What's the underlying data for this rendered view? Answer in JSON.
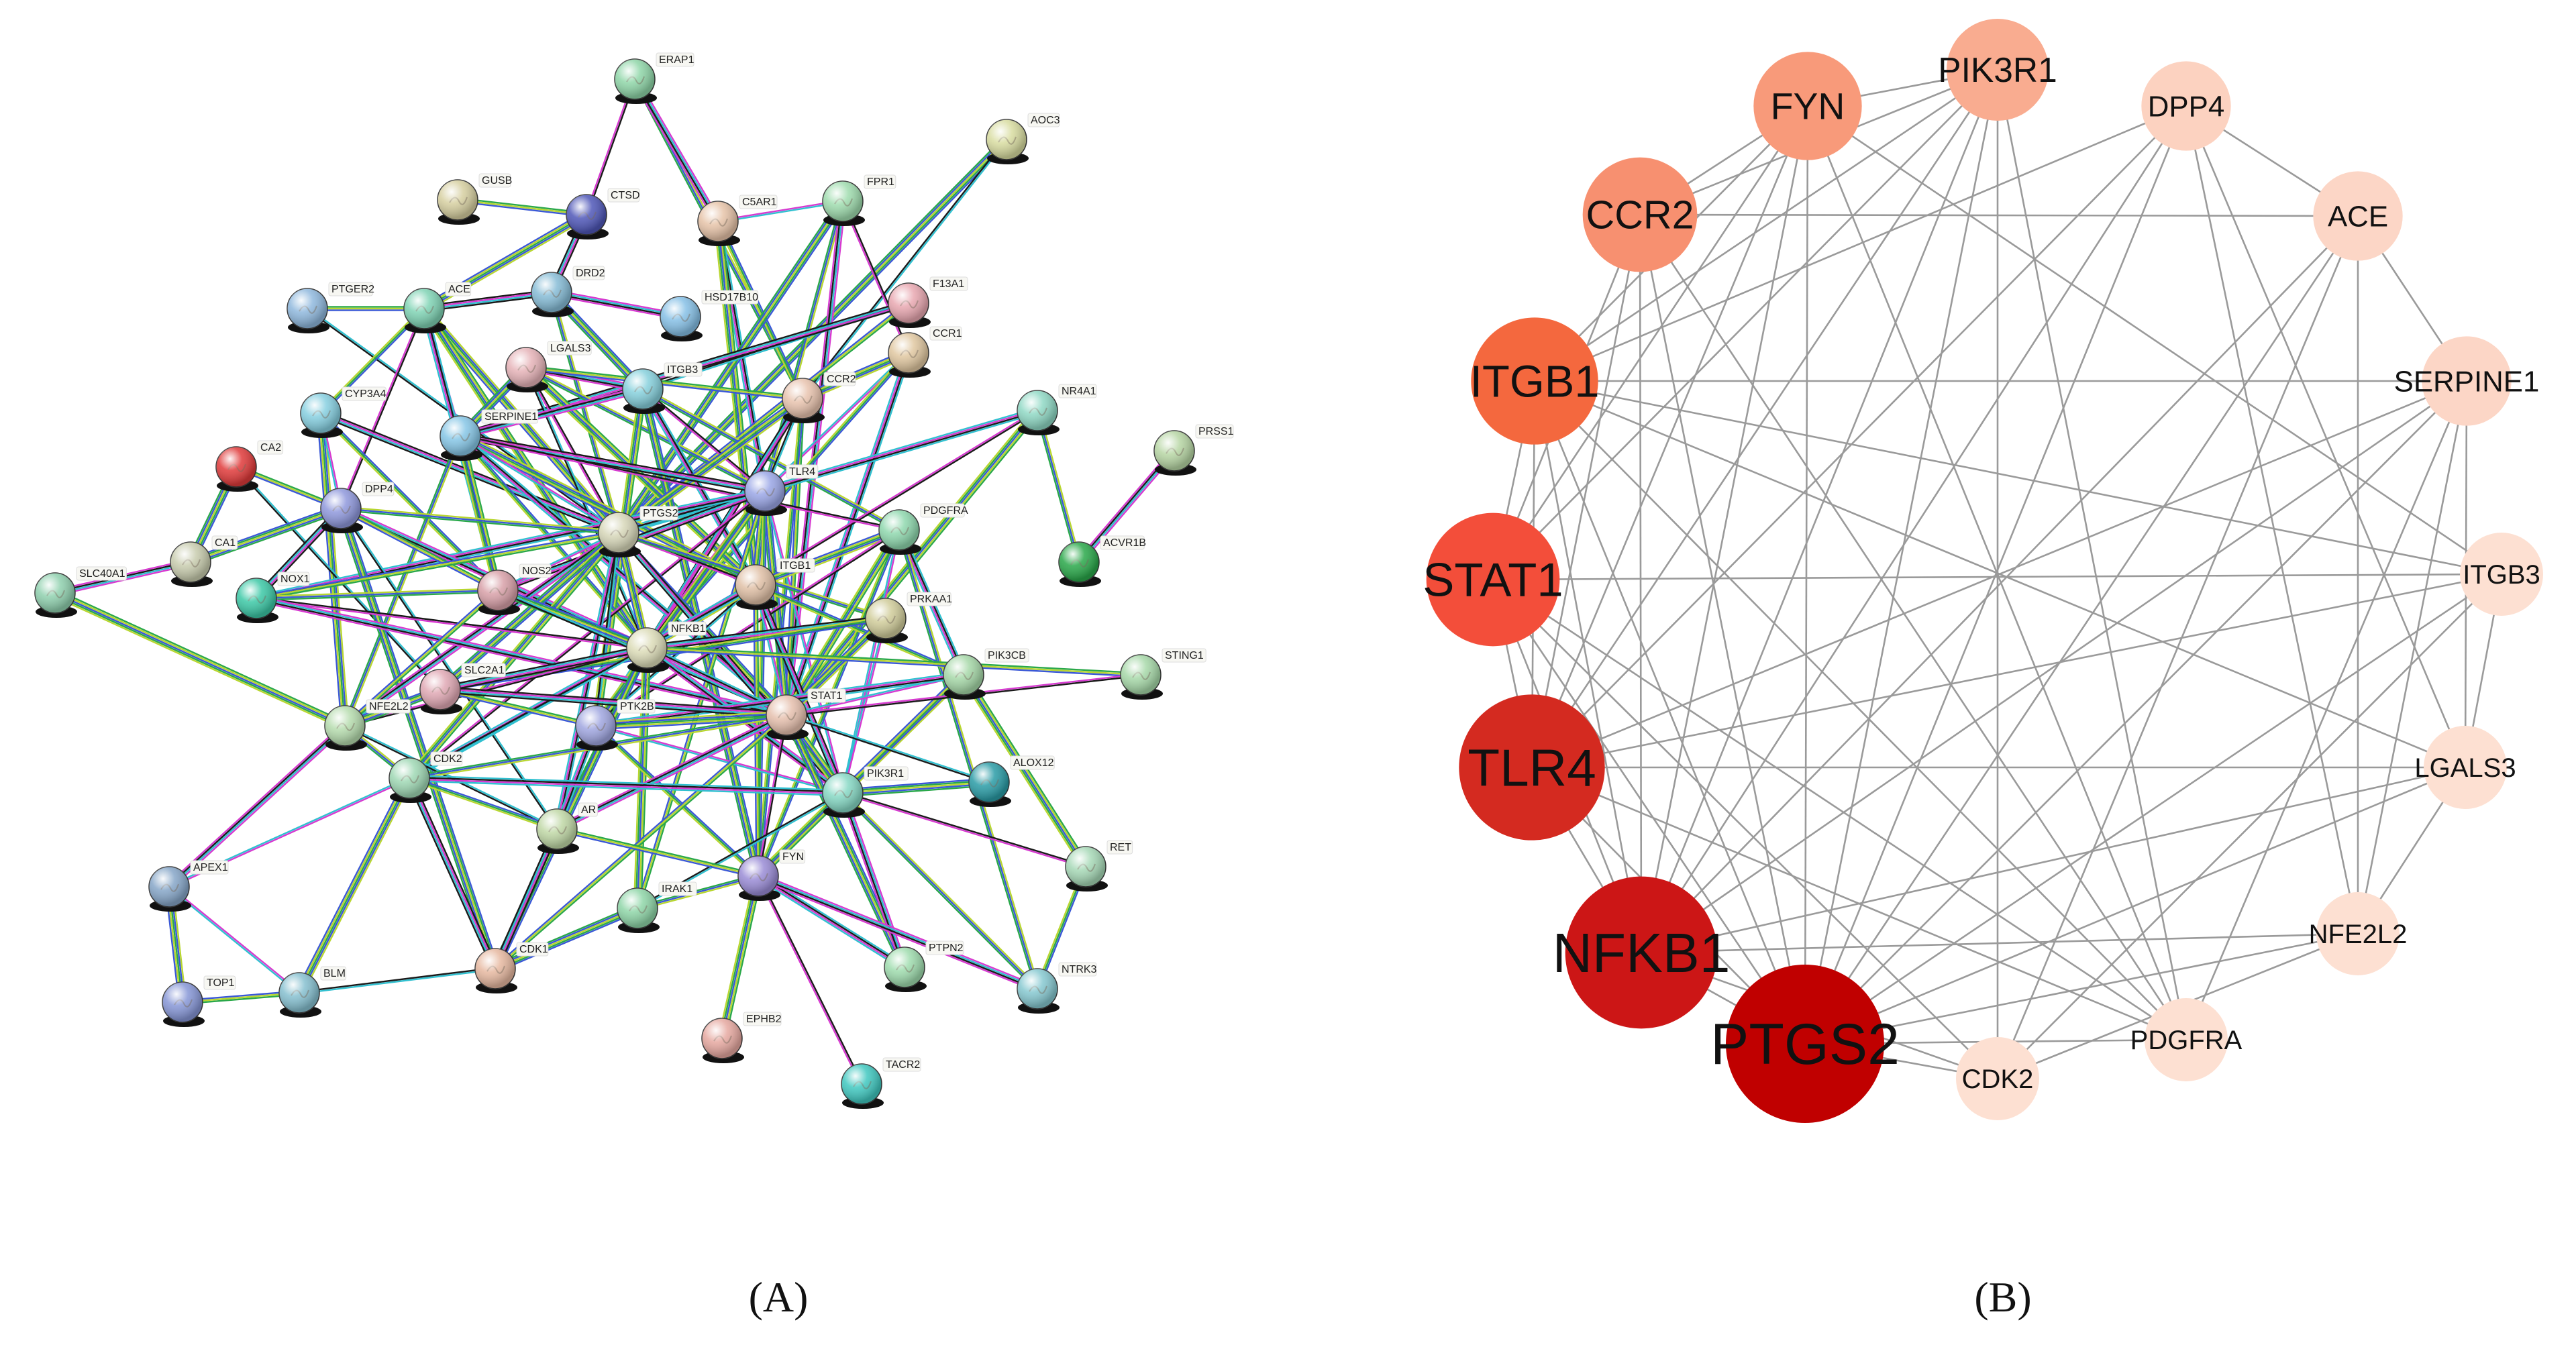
{
  "panel_a": {
    "caption": "(A)",
    "nodes": [
      {
        "id": "ERAP1",
        "label": "ERAP1",
        "color": "#8fd6a8"
      },
      {
        "id": "AOC3",
        "label": "AOC3",
        "color": "#d8dca0"
      },
      {
        "id": "GUSB",
        "label": "GUSB",
        "color": "#d6cfa0"
      },
      {
        "id": "CTSD",
        "label": "CTSD",
        "color": "#4f57b8"
      },
      {
        "id": "C5AR1",
        "label": "C5AR1",
        "color": "#e6c3a8"
      },
      {
        "id": "FPR1",
        "label": "FPR1",
        "color": "#9fdcae"
      },
      {
        "id": "PTGER2",
        "label": "PTGER2",
        "color": "#8fb8dd"
      },
      {
        "id": "ACE",
        "label": "ACE",
        "color": "#7fd3b4"
      },
      {
        "id": "DRD2",
        "label": "DRD2",
        "color": "#86bcd6"
      },
      {
        "id": "F13A1",
        "label": "F13A1",
        "color": "#e8a7b0"
      },
      {
        "id": "HSD17B10",
        "label": "HSD17B10",
        "color": "#86c0e6"
      },
      {
        "id": "CCR1",
        "label": "CCR1",
        "color": "#e0c7a0"
      },
      {
        "id": "LGALS3",
        "label": "LGALS3",
        "color": "#e6b3b8"
      },
      {
        "id": "CYP3A4",
        "label": "CYP3A4",
        "color": "#86cfe0"
      },
      {
        "id": "ITGB3",
        "label": "ITGB3",
        "color": "#86d0dc"
      },
      {
        "id": "CCR2",
        "label": "CCR2",
        "color": "#e8c3ae"
      },
      {
        "id": "NR4A1",
        "label": "NR4A1",
        "color": "#8fd8c4"
      },
      {
        "id": "PRSS1",
        "label": "PRSS1",
        "color": "#b7d6a4"
      },
      {
        "id": "CA2",
        "label": "CA2",
        "color": "#e03a3a"
      },
      {
        "id": "SERPINE1",
        "label": "SERPINE1",
        "color": "#86c6e6"
      },
      {
        "id": "TLR4",
        "label": "TLR4",
        "color": "#9aa6e6"
      },
      {
        "id": "DPP4",
        "label": "DPP4",
        "color": "#8f98dc"
      },
      {
        "id": "PTGS2",
        "label": "PTGS2",
        "color": "#d6d6b8"
      },
      {
        "id": "PDGFRA",
        "label": "PDGFRA",
        "color": "#8fd8ae"
      },
      {
        "id": "ACVR1B",
        "label": "ACVR1B",
        "color": "#2aa84a"
      },
      {
        "id": "CA1",
        "label": "CA1",
        "color": "#c8ccae"
      },
      {
        "id": "ITGB1",
        "label": "ITGB1",
        "color": "#e0c0a6"
      },
      {
        "id": "SLC40A1",
        "label": "SLC40A1",
        "color": "#8fd0ae"
      },
      {
        "id": "NOX1",
        "label": "NOX1",
        "color": "#3cc8a6"
      },
      {
        "id": "NOS2",
        "label": "NOS2",
        "color": "#d8a0a8"
      },
      {
        "id": "PRKAA1",
        "label": "PRKAA1",
        "color": "#d0cc9a"
      },
      {
        "id": "NFKB1",
        "label": "NFKB1",
        "color": "#dcdcb8"
      },
      {
        "id": "PIK3CB",
        "label": "PIK3CB",
        "color": "#a6d8a8"
      },
      {
        "id": "STING1",
        "label": "STING1",
        "color": "#a6d8a8"
      },
      {
        "id": "NFE2L2",
        "label": "NFE2L2",
        "color": "#b6dcae"
      },
      {
        "id": "SLC2A1",
        "label": "SLC2A1",
        "color": "#e0a8b4"
      },
      {
        "id": "PTK2B",
        "label": "PTK2B",
        "color": "#a0a6e0"
      },
      {
        "id": "STAT1",
        "label": "STAT1",
        "color": "#e6c0ae"
      },
      {
        "id": "ALOX12",
        "label": "ALOX12",
        "color": "#2a9ca6"
      },
      {
        "id": "CDK2",
        "label": "CDK2",
        "color": "#9fd8b4"
      },
      {
        "id": "PIK3R1",
        "label": "PIK3R1",
        "color": "#86d8c4"
      },
      {
        "id": "AR",
        "label": "AR",
        "color": "#c0d8a6"
      },
      {
        "id": "APEX1",
        "label": "APEX1",
        "color": "#86a6c8"
      },
      {
        "id": "RET",
        "label": "RET",
        "color": "#a6d8b6"
      },
      {
        "id": "FYN",
        "label": "FYN",
        "color": "#9a8cd6"
      },
      {
        "id": "IRAK1",
        "label": "IRAK1",
        "color": "#8fd6a8"
      },
      {
        "id": "CDK1",
        "label": "CDK1",
        "color": "#e6b8a0"
      },
      {
        "id": "BLM",
        "label": "BLM",
        "color": "#86c0d0"
      },
      {
        "id": "PTPN2",
        "label": "PTPN2",
        "color": "#9fdcae"
      },
      {
        "id": "NTRK3",
        "label": "NTRK3",
        "color": "#86c8d0"
      },
      {
        "id": "TOP1",
        "label": "TOP1",
        "color": "#8696d6"
      },
      {
        "id": "EPHB2",
        "label": "EPHB2",
        "color": "#e6a8a0"
      },
      {
        "id": "TACR2",
        "label": "TACR2",
        "color": "#40c8c0"
      }
    ],
    "edge_colors": [
      "#1a1a1a",
      "#b8d630",
      "#d63ad0",
      "#3a58d6",
      "#30c0d0",
      "#2aa84a"
    ]
  },
  "panel_b": {
    "caption": "(B)",
    "edge_color": "#9a9a9a",
    "nodes": [
      {
        "id": "PTGS2",
        "label": "PTGS2",
        "color": "#c00000",
        "degree": 17
      },
      {
        "id": "NFKB1",
        "label": "NFKB1",
        "color": "#cc1616",
        "degree": 16
      },
      {
        "id": "TLR4",
        "label": "TLR4",
        "color": "#d42a20",
        "degree": 15
      },
      {
        "id": "STAT1",
        "label": "STAT1",
        "color": "#f34e3a",
        "degree": 13
      },
      {
        "id": "ITGB1",
        "label": "ITGB1",
        "color": "#f4683e",
        "degree": 12
      },
      {
        "id": "CCR2",
        "label": "CCR2",
        "color": "#f79070",
        "degree": 10
      },
      {
        "id": "FYN",
        "label": "FYN",
        "color": "#f89a7a",
        "degree": 9
      },
      {
        "id": "PIK3R1",
        "label": "PIK3R1",
        "color": "#f9ac90",
        "degree": 8
      },
      {
        "id": "DPP4",
        "label": "DPP4",
        "color": "#fcd2c0",
        "degree": 6
      },
      {
        "id": "ACE",
        "label": "ACE",
        "color": "#fcd6c6",
        "degree": 6
      },
      {
        "id": "SERPINE1",
        "label": "SERPINE1",
        "color": "#fcd6c6",
        "degree": 6
      },
      {
        "id": "ITGB3",
        "label": "ITGB3",
        "color": "#fde0d2",
        "degree": 5
      },
      {
        "id": "LGALS3",
        "label": "LGALS3",
        "color": "#fde0d2",
        "degree": 5
      },
      {
        "id": "NFE2L2",
        "label": "NFE2L2",
        "color": "#fde0d2",
        "degree": 5
      },
      {
        "id": "PDGFRA",
        "label": "PDGFRA",
        "color": "#fde0d2",
        "degree": 5
      },
      {
        "id": "CDK2",
        "label": "CDK2",
        "color": "#fde0d2",
        "degree": 5
      }
    ]
  }
}
